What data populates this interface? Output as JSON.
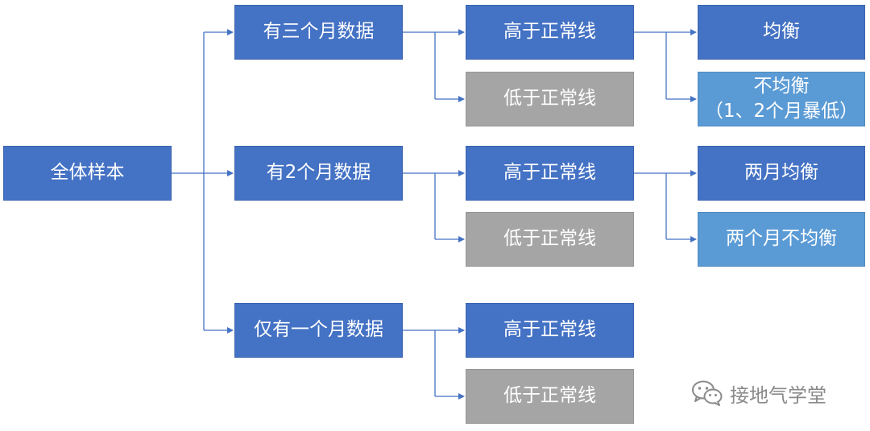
{
  "root": {
    "label": "全体样本"
  },
  "groups": [
    {
      "label": "有三个月数据",
      "high": "高于正常线",
      "low": "低于正常线",
      "high_children": [
        {
          "label": "均衡"
        },
        {
          "label": "不均衡",
          "sublabel": "（1、2个月暴低）"
        }
      ]
    },
    {
      "label": "有2个月数据",
      "high": "高于正常线",
      "low": "低于正常线",
      "high_children": [
        {
          "label": "两月均衡"
        },
        {
          "label": "两个月不均衡"
        }
      ]
    },
    {
      "label": "仅有一个月数据",
      "high": "高于正常线",
      "low": "低于正常线"
    }
  ],
  "watermark": {
    "text": "接地气学堂",
    "icon": "wechat-icon"
  },
  "colors": {
    "primary": "#4472c4",
    "below_line": "#a5a5a5",
    "sub_branch": "#5b9bd5",
    "connector": "#4472c4"
  }
}
